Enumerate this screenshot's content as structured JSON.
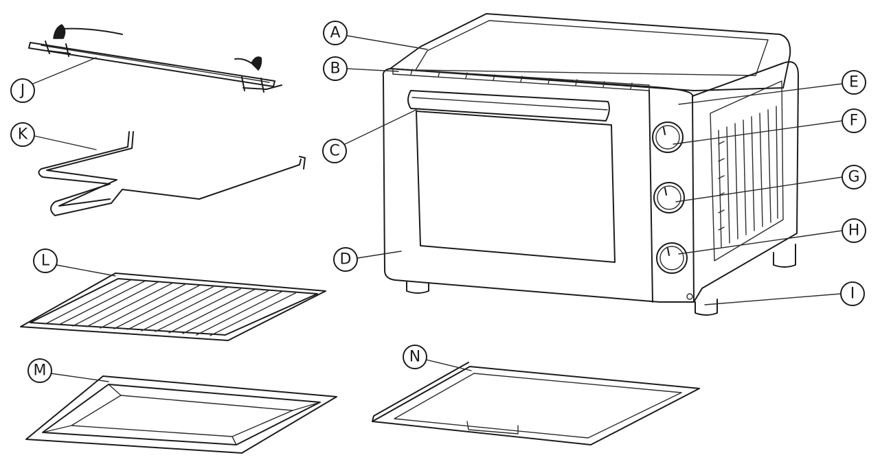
{
  "callouts": [
    {
      "id": "a",
      "label": "A"
    },
    {
      "id": "b",
      "label": "B"
    },
    {
      "id": "c",
      "label": "C"
    },
    {
      "id": "d",
      "label": "D"
    },
    {
      "id": "e",
      "label": "E"
    },
    {
      "id": "f",
      "label": "F"
    },
    {
      "id": "g",
      "label": "G"
    },
    {
      "id": "h",
      "label": "H"
    },
    {
      "id": "i",
      "label": "I"
    },
    {
      "id": "j",
      "label": "J"
    },
    {
      "id": "k",
      "label": "K"
    },
    {
      "id": "l",
      "label": "L"
    },
    {
      "id": "m",
      "label": "M"
    },
    {
      "id": "n",
      "label": "N"
    }
  ],
  "colors": {
    "line": "#1b1b1b",
    "background": "#ffffff"
  }
}
